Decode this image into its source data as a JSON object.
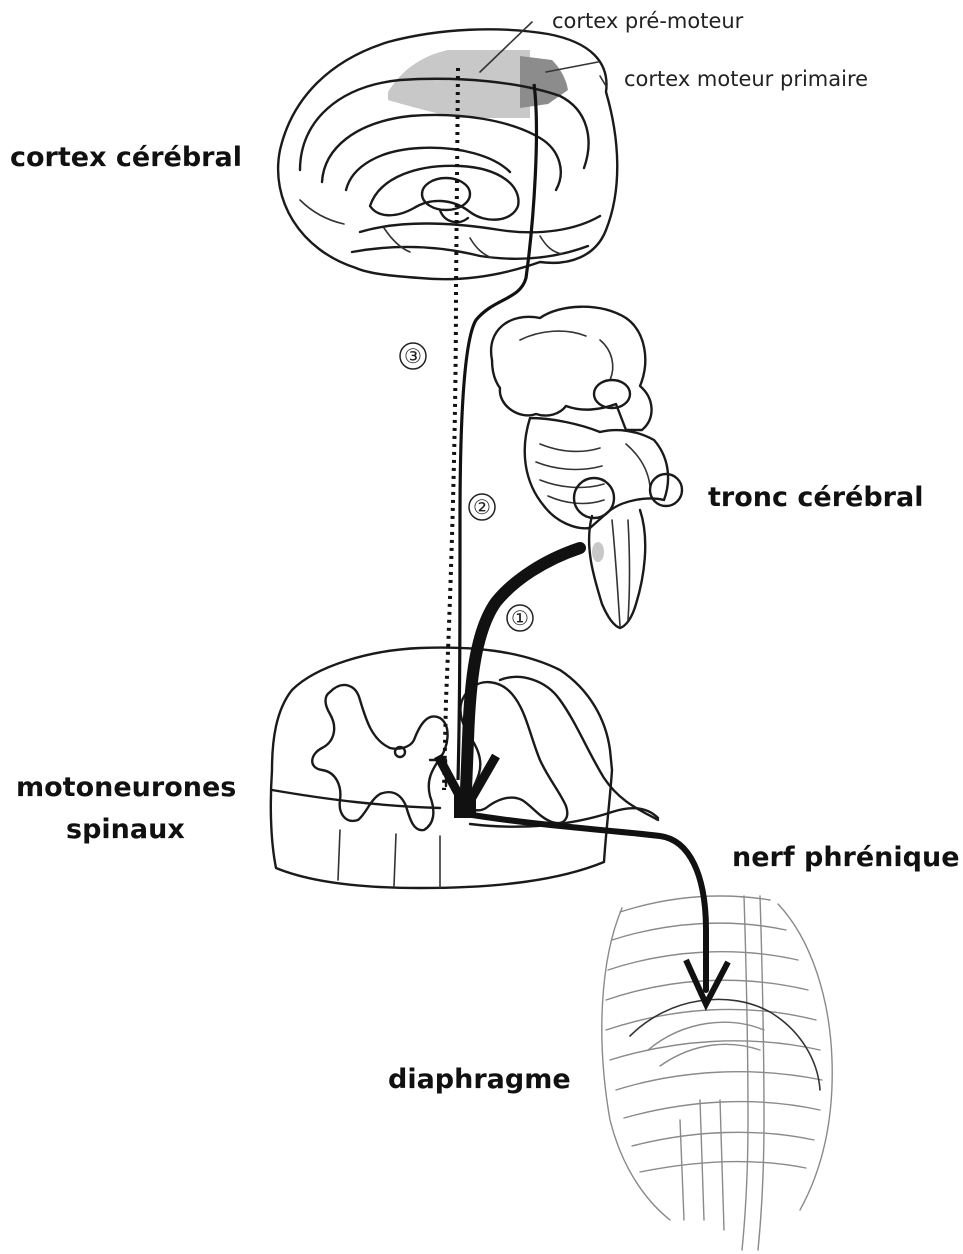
{
  "labels": {
    "premotor_cortex": "cortex pré-moteur",
    "primary_motor_cortex": "cortex moteur primaire",
    "cerebral_cortex": "cortex cérébral",
    "brainstem": "tronc cérébral",
    "spinal_motoneurons_line1": "motoneurones",
    "spinal_motoneurons_line2": "spinaux",
    "phrenic_nerve": "nerf phrénique",
    "diaphragm": "diaphragme"
  },
  "pathways": {
    "brainstem": "①",
    "cortical_primary": "②",
    "cortical_premotor": "③"
  },
  "colors": {
    "premotor_area": "#c8c8c8",
    "primary_motor_area": "#8c8c8c",
    "ink": "#111111"
  }
}
